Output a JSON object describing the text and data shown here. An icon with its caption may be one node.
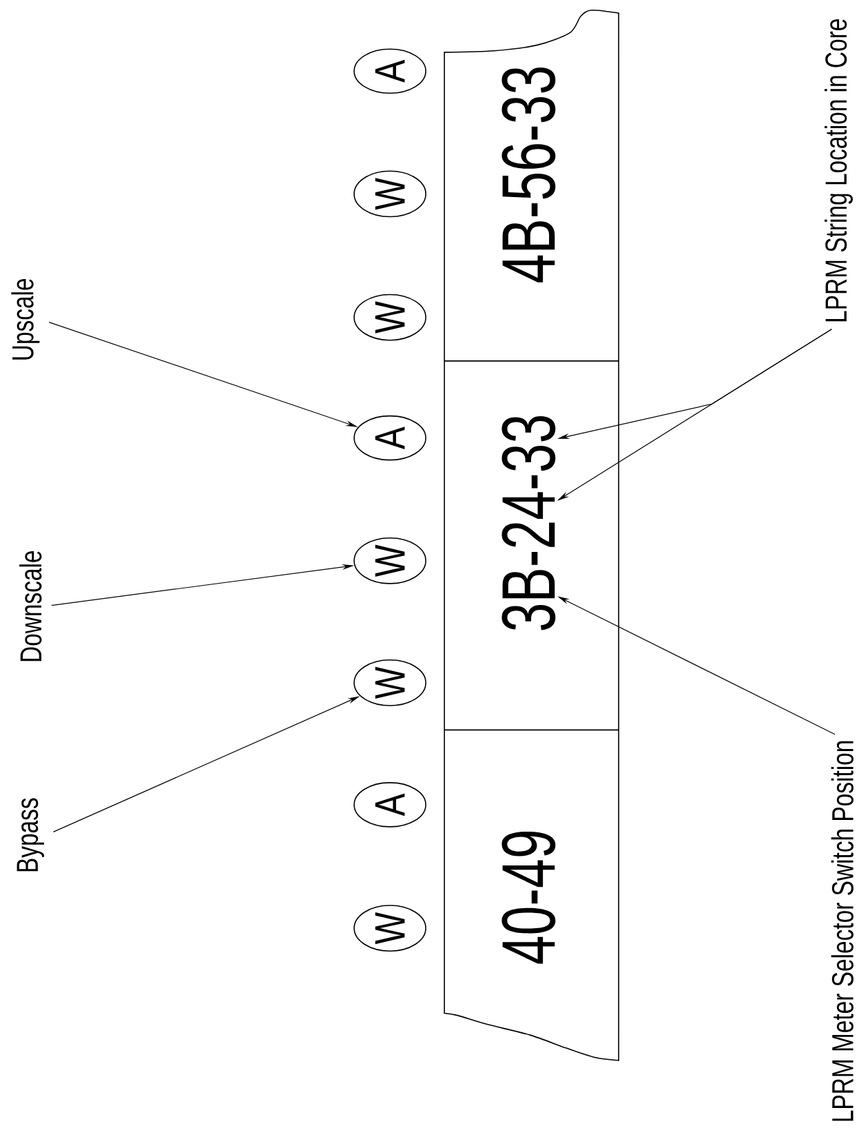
{
  "diagram": {
    "nodes": [
      {
        "text": [
          "Upscale"
        ]
      },
      {
        "text": [
          "Downscale"
        ]
      },
      {
        "text": [
          "Bypass"
        ]
      },
      {
        "text": [
          "A"
        ]
      },
      {
        "text": [
          "W"
        ]
      },
      {
        "text": [
          "W"
        ]
      },
      {
        "text": [
          "A"
        ]
      },
      {
        "text": [
          "W"
        ]
      },
      {
        "text": [
          "W"
        ]
      },
      {
        "text": [
          "A"
        ]
      },
      {
        "text": [
          "W"
        ]
      },
      {
        "text": [
          "4B-56-33"
        ]
      },
      {
        "text": [
          "3B-24-33"
        ]
      },
      {
        "text": [
          "40-49"
        ]
      },
      {
        "text": [
          "LPRM String Location in Core"
        ]
      },
      {
        "text": [
          "LPRM Meter Selector Switch Position"
        ]
      }
    ],
    "edges": [
      {
        "from": 0,
        "to": 6,
        "arrow": "to"
      },
      {
        "from": 1,
        "to": 7,
        "arrow": "to"
      },
      {
        "from": 2,
        "to": 8,
        "arrow": "to"
      },
      {
        "from": 14,
        "to": 12,
        "arrow": "to"
      },
      {
        "from": 14,
        "to": 12,
        "arrow": "to"
      },
      {
        "from": 15,
        "to": 12,
        "arrow": "to"
      }
    ]
  }
}
